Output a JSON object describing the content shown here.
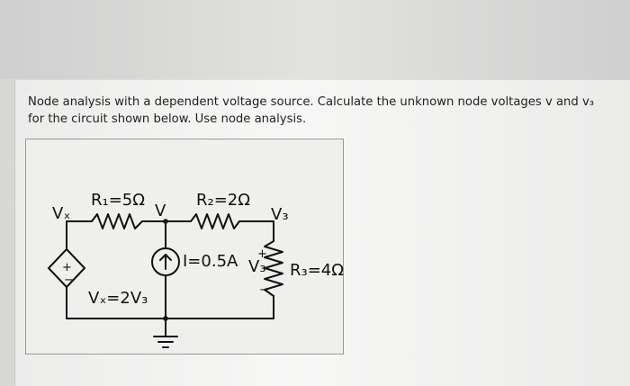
{
  "problem": {
    "text": "Node analysis with a dependent voltage source. Calculate the unknown node voltages v and v₃ for the circuit shown below. Use node analysis."
  },
  "circuit": {
    "r1_label": "R₁=5Ω",
    "r2_label": "R₂=2Ω",
    "r3_label": "R₃=4Ω",
    "node_v_label": "V",
    "node_vx_label": "Vₓ",
    "node_v3_label": "V₃",
    "current_label": "I=0.5A",
    "voltage_label": "V₃",
    "dependent_label": "Vₓ=2V₃",
    "plus_sign": "+",
    "minus_sign": "−",
    "plus_sign_right": "+",
    "minus_sign_right": "−"
  }
}
